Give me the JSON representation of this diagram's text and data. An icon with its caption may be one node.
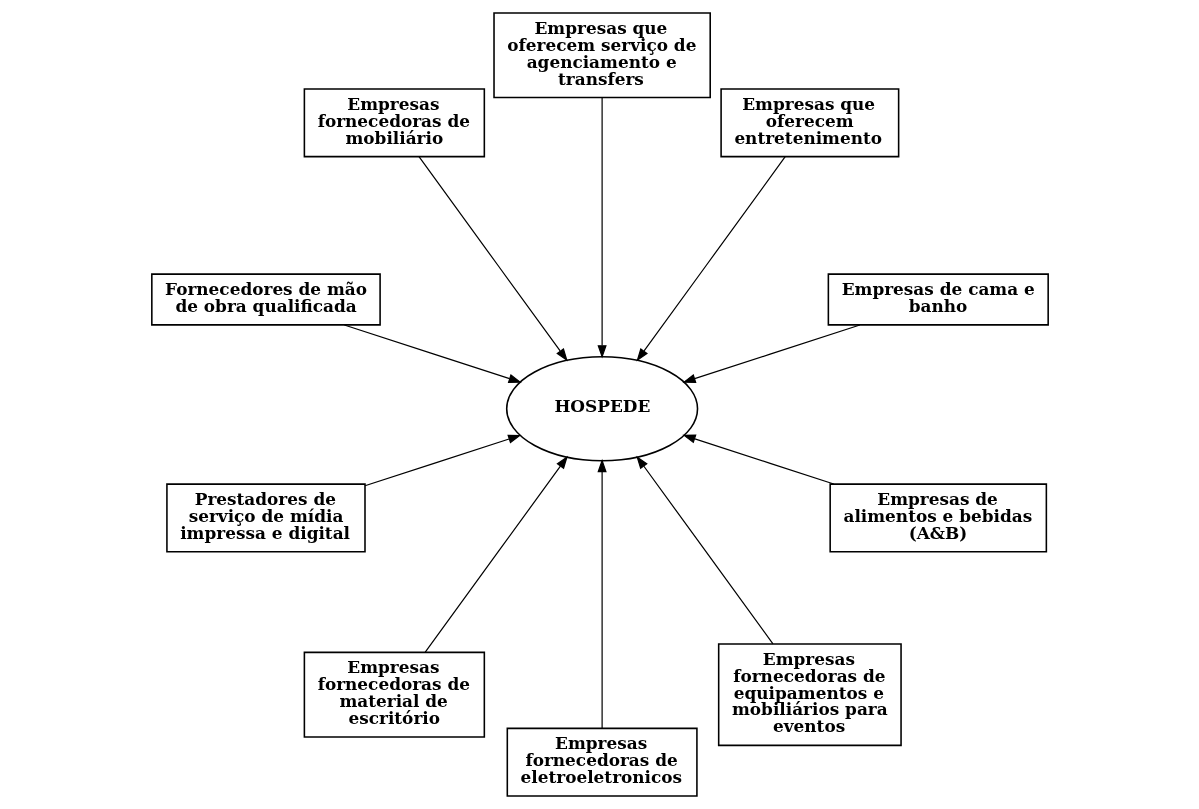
{
  "diagram": {
    "nodes": [
      {
        "text": [
          "Empresas de alimentos e bebidas (A&B)"
        ]
      },
      {
        "text": [
          "Empresas de cama e banho"
        ]
      },
      {
        "text": [
          "Empresas que oferecem entretenimento"
        ]
      },
      {
        "text": [
          "Empresas fornecedoras de equipamentos e mobiliários para eventos"
        ]
      },
      {
        "text": [
          "Empresas que oferecem serviço de agenciamento e transfers"
        ]
      },
      {
        "text": [
          "HOSPEDE"
        ]
      },
      {
        "text": [
          "Empresas fornecedoras de mobiliário"
        ]
      },
      {
        "text": [
          "Empresas fornecedoras de eletroeletronicos"
        ]
      },
      {
        "text": [
          "Empresas fornecedoras de material de escritório"
        ]
      },
      {
        "text": [
          "Prestadores de serviço de mídia impressa e digital"
        ]
      },
      {
        "text": [
          "Fornecedores de mão de obra qualificada"
        ]
      }
    ],
    "edges": [
      {
        "from": 0,
        "to": 5,
        "arrow": "to"
      },
      {
        "from": 1,
        "to": 5,
        "arrow": "to"
      },
      {
        "from": 2,
        "to": 5,
        "arrow": "to"
      },
      {
        "from": 3,
        "to": 5,
        "arrow": "to"
      },
      {
        "from": 4,
        "to": 5,
        "arrow": "to"
      },
      {
        "from": 6,
        "to": 5,
        "arrow": "to"
      },
      {
        "from": 7,
        "to": 5,
        "arrow": "to"
      },
      {
        "from": 8,
        "to": 5,
        "arrow": "to"
      },
      {
        "from": 9,
        "to": 5,
        "arrow": "to"
      },
      {
        "from": 10,
        "to": 5,
        "arrow": "to"
      }
    ]
  }
}
